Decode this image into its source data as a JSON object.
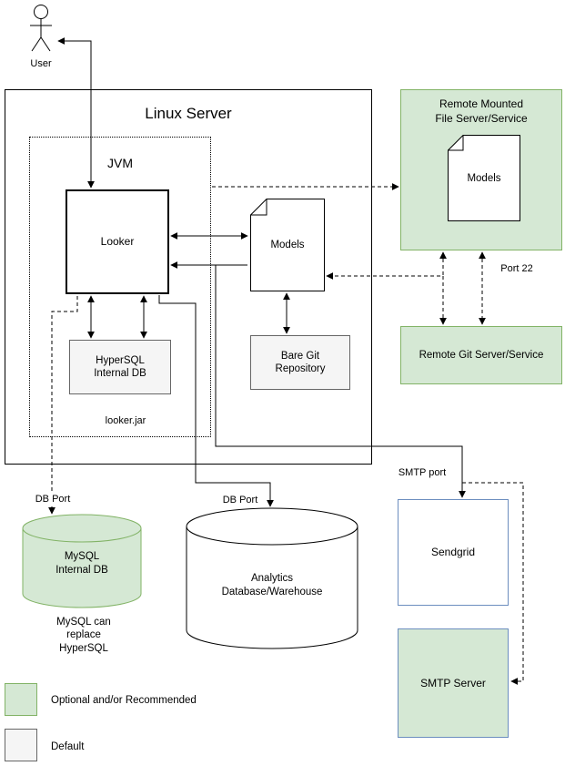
{
  "colors": {
    "green_fill": "#d5e8d4",
    "green_border": "#82b366",
    "gray_fill": "#f5f5f5",
    "gray_border": "#666666",
    "blue_border": "#6c8ebf",
    "line": "#000000"
  },
  "user": {
    "label": "User"
  },
  "linux_server": {
    "title": "Linux Server",
    "jvm_title": "JVM",
    "jar_label": "looker.jar",
    "looker_label": "Looker",
    "hypersql_label": "HyperSQL\nInternal DB",
    "models_label": "Models",
    "bare_git_label": "Bare Git\nRepository"
  },
  "remote": {
    "file_server_title": "Remote Mounted\nFile Server/Service",
    "file_server_models_label": "Models",
    "git_server_label": "Remote Git Server/Service",
    "port_22_label": "Port 22"
  },
  "email": {
    "sendgrid_label": "Sendgrid",
    "smtp_server_label": "SMTP Server",
    "smtp_port_label": "SMTP port"
  },
  "databases": {
    "mysql_label": "MySQL\nInternal DB",
    "mysql_note": "MySQL can\nreplace\nHyperSQL",
    "analytics_label": "Analytics\nDatabase/Warehouse",
    "db_port_left_label": "DB Port",
    "db_port_mid_label": "DB Port"
  },
  "legend": {
    "items": [
      {
        "label": "Optional and/or Recommended"
      },
      {
        "label": "Default"
      }
    ]
  }
}
